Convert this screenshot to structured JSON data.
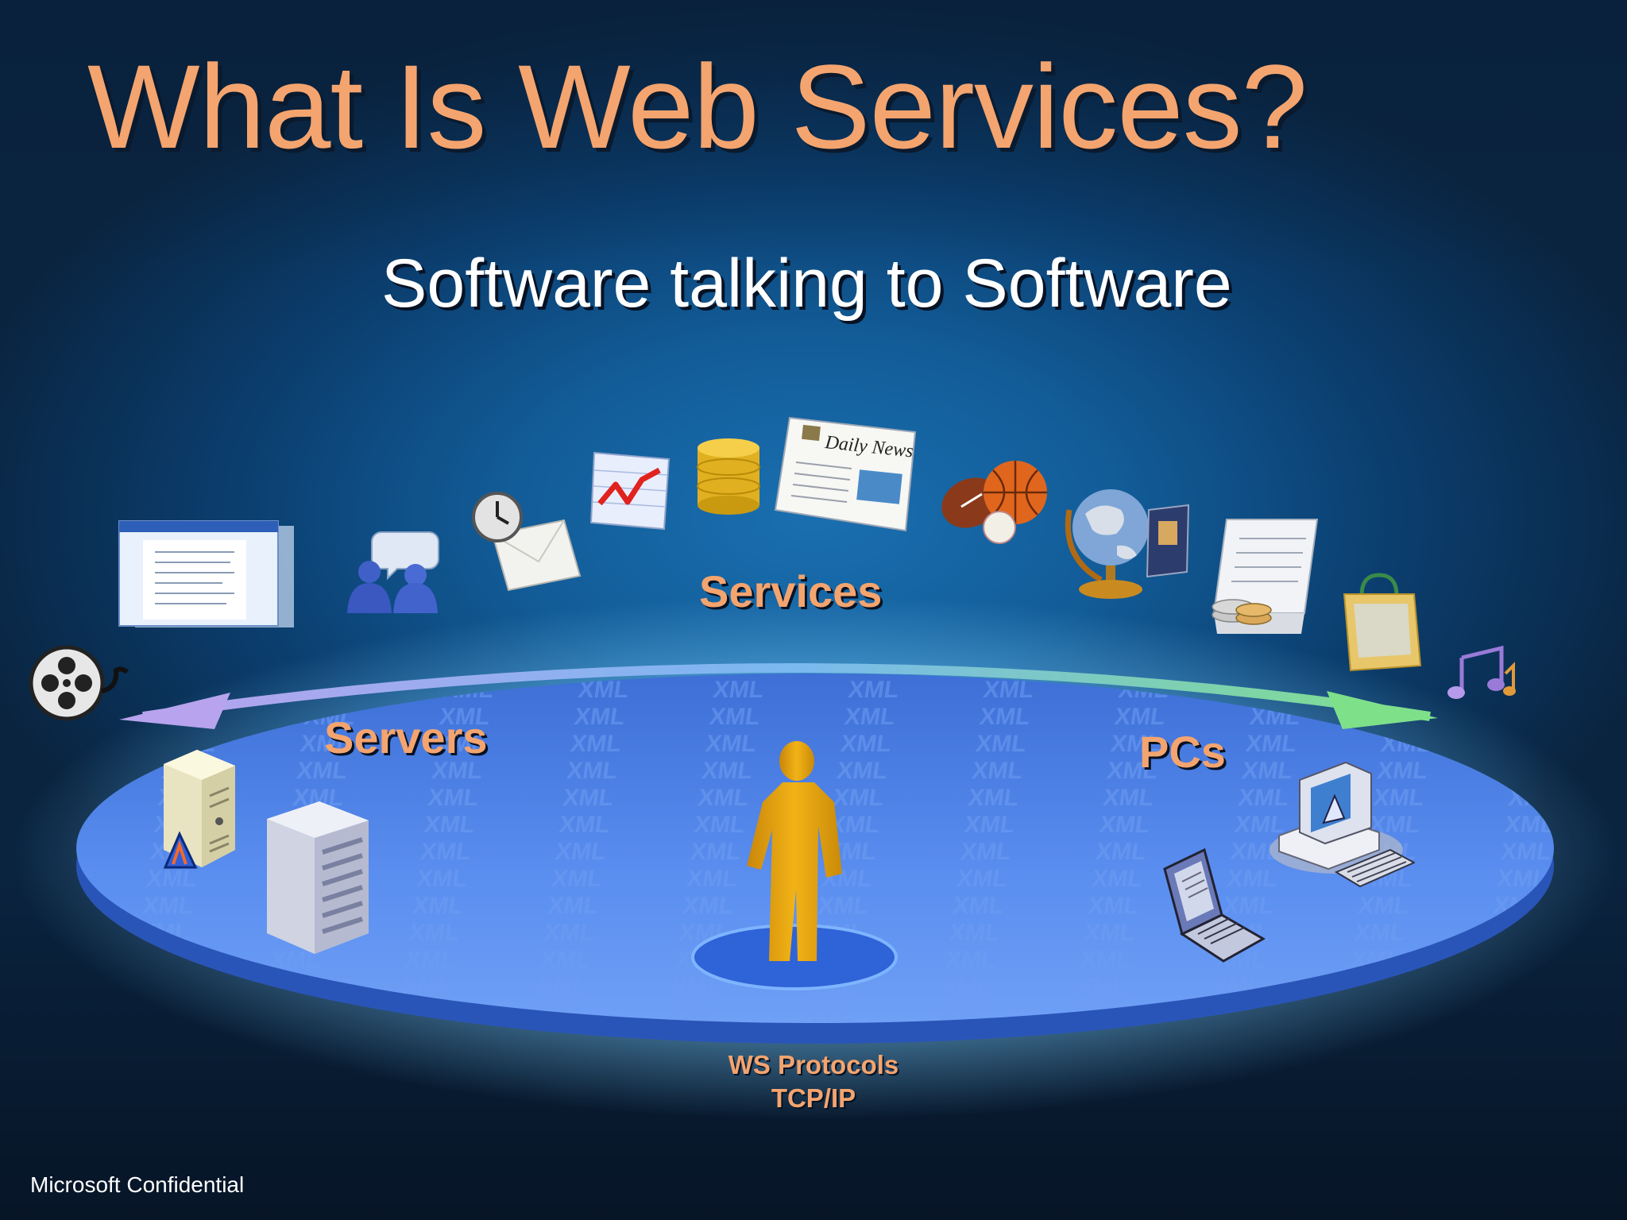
{
  "slide": {
    "title": "What Is Web Services?",
    "subtitle": "Software talking to Software",
    "footer": "Microsoft Confidential"
  },
  "diagram": {
    "services_label": "Services",
    "servers_label": "Servers",
    "pcs_label": "PCs",
    "protocols": [
      "WS Protocols",
      "TCP/IP"
    ],
    "platter_pattern_word": "XML",
    "newspaper_masthead": "Daily News",
    "service_icons": [
      "web-page-icon",
      "people-chat-icon",
      "clock-mail-icon",
      "chart-icon",
      "database-icon",
      "newspaper-icon",
      "sports-balls-icon",
      "globe-book-icon",
      "receipt-coins-icon",
      "shopping-bag-icon",
      "music-note-icon",
      "film-reel-icon"
    ],
    "colors": {
      "title": "#f4a46e",
      "label": "#f4a46e",
      "platter": "#4f86e6",
      "person": "#e8a810"
    }
  }
}
